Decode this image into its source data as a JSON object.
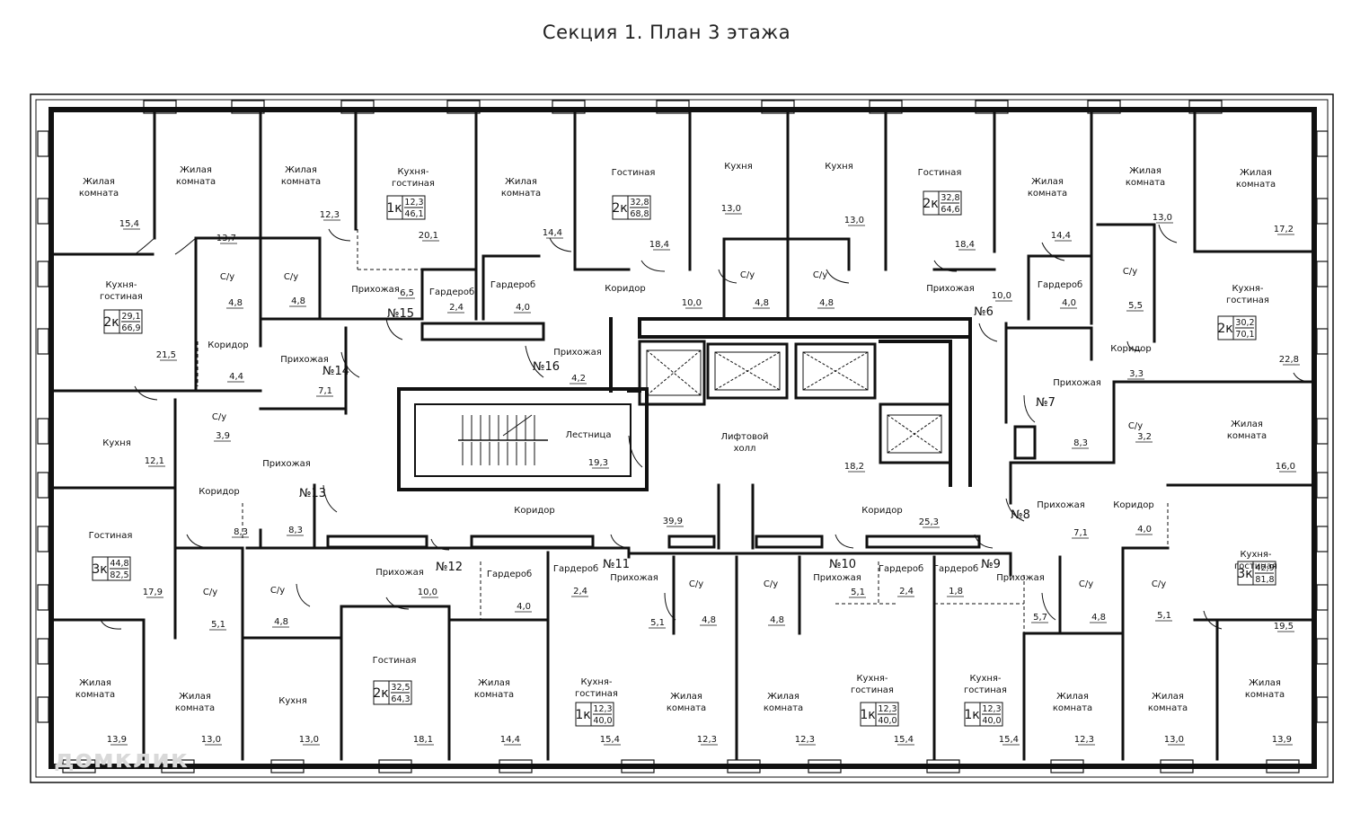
{
  "title": "Секция 1. План 3 этажа",
  "watermark": "домклик",
  "colors": {
    "wall": "#111111",
    "line": "#111111",
    "background": "#ffffff",
    "watermark": "#d9d9d9"
  },
  "apartments": [
    {
      "id": "a15",
      "number": "№15",
      "type": "1к",
      "living": "12,3",
      "total": "46,1"
    },
    {
      "id": "a16",
      "number": "№16"
    },
    {
      "id": "a14",
      "number": "№14"
    },
    {
      "id": "a14b",
      "type": "2к",
      "living": "29,1",
      "total": "66,9"
    },
    {
      "id": "a13",
      "number": "№13"
    },
    {
      "id": "a13b",
      "type": "3к",
      "living": "44,8",
      "total": "82,5"
    },
    {
      "id": "a12",
      "number": "№12",
      "type": "2к",
      "living": "32,5",
      "total": "64,3"
    },
    {
      "id": "a11",
      "number": "№11",
      "type": "1к",
      "living": "12,3",
      "total": "40,0"
    },
    {
      "id": "a10",
      "number": "№10",
      "type": "1к",
      "living": "12,3",
      "total": "40,0"
    },
    {
      "id": "a9",
      "number": "№9",
      "type": "1к",
      "living": "12,3",
      "total": "40,0"
    },
    {
      "id": "a8",
      "number": "№8",
      "type": "3к",
      "living": "42,9",
      "total": "81,8"
    },
    {
      "id": "a7",
      "number": "№7",
      "type": "2к",
      "living": "30,2",
      "total": "70,1"
    },
    {
      "id": "a6",
      "number": "№6",
      "type": "2к",
      "living": "32,8",
      "total": "64,6"
    },
    {
      "id": "a17",
      "type": "2к",
      "living": "32,8",
      "total": "68,8"
    }
  ],
  "rooms": [
    {
      "name": "Жилая комната",
      "area": "15,4"
    },
    {
      "name": "Жилая комната",
      "area": "13,7"
    },
    {
      "name": "Жилая комната",
      "area": "12,3"
    },
    {
      "name": "Кухня-гостиная",
      "area": "20,1"
    },
    {
      "name": "Жилая комната",
      "area": "14,4"
    },
    {
      "name": "Гостиная",
      "area": "18,4"
    },
    {
      "name": "Кухня",
      "area": "13,0"
    },
    {
      "name": "Кухня",
      "area": "13,0"
    },
    {
      "name": "Гостиная",
      "area": "18,4"
    },
    {
      "name": "Жилая комната",
      "area": "14,4"
    },
    {
      "name": "Жилая комната",
      "area": "13,0"
    },
    {
      "name": "Жилая комната",
      "area": "17,2"
    },
    {
      "name": "Кухня-гостиная",
      "area": "21,5"
    },
    {
      "name": "С/у",
      "area": "4,8"
    },
    {
      "name": "С/у",
      "area": "4,8"
    },
    {
      "name": "Прихожая",
      "area": "6,5"
    },
    {
      "name": "Гардероб",
      "area": "2,4"
    },
    {
      "name": "Гардероб",
      "area": "4,0"
    },
    {
      "name": "Коридор",
      "area": "10,0"
    },
    {
      "name": "С/у",
      "area": "4,8"
    },
    {
      "name": "С/у",
      "area": "4,8"
    },
    {
      "name": "Прихожая",
      "area": "10,0"
    },
    {
      "name": "Гардероб",
      "area": "4,0"
    },
    {
      "name": "С/у",
      "area": "5,5"
    },
    {
      "name": "Кухня-гостиная",
      "area": "22,8"
    },
    {
      "name": "Коридор",
      "area": "4,4"
    },
    {
      "name": "Прихожая",
      "area": "7,1"
    },
    {
      "name": "Прихожая",
      "area": "4,2"
    },
    {
      "name": "Коридор",
      "area": "3,3"
    },
    {
      "name": "Прихожая",
      "area": "8,3"
    },
    {
      "name": "С/у",
      "area": "3,9"
    },
    {
      "name": "Кухня",
      "area": "12,1"
    },
    {
      "name": "Лестница",
      "area": "19,3"
    },
    {
      "name": "Лифтовой холл",
      "area": "18,2"
    },
    {
      "name": "С/у",
      "area": "3,2"
    },
    {
      "name": "Жилая комната",
      "area": "16,0"
    },
    {
      "name": "Прихожая",
      "area": "8,3"
    },
    {
      "name": "Коридор",
      "area": "8,3"
    },
    {
      "name": "Коридор",
      "area": "39,9"
    },
    {
      "name": "Коридор",
      "area": "25,3"
    },
    {
      "name": "Прихожая",
      "area": "7,1"
    },
    {
      "name": "Коридор",
      "area": "4,0"
    },
    {
      "name": "Гостиная",
      "area": "17,9"
    },
    {
      "name": "Кухня-гостиная",
      "area": "19,5"
    },
    {
      "name": "С/у",
      "area": "5,1"
    },
    {
      "name": "С/у",
      "area": "4,8"
    },
    {
      "name": "Прихожая",
      "area": "10,0"
    },
    {
      "name": "Гардероб",
      "area": "4,0"
    },
    {
      "name": "Гардероб",
      "area": "2,4"
    },
    {
      "name": "Прихожая",
      "area": "5,1"
    },
    {
      "name": "С/у",
      "area": "4,8"
    },
    {
      "name": "С/у",
      "area": "4,8"
    },
    {
      "name": "Прихожая",
      "area": "5,1"
    },
    {
      "name": "Гардероб",
      "area": "2,4"
    },
    {
      "name": "Гардероб",
      "area": "1,8"
    },
    {
      "name": "Прихожая",
      "area": "5,7"
    },
    {
      "name": "С/у",
      "area": "4,8"
    },
    {
      "name": "С/у",
      "area": "5,1"
    },
    {
      "name": "Жилая комната",
      "area": "13,9"
    },
    {
      "name": "Жилая комната",
      "area": "13,0"
    },
    {
      "name": "Кухня",
      "area": "13,0"
    },
    {
      "name": "Гостиная",
      "area": "18,1"
    },
    {
      "name": "Жилая комната",
      "area": "14,4"
    },
    {
      "name": "Кухня-гостиная",
      "area": "15,4"
    },
    {
      "name": "Жилая комната",
      "area": "12,3"
    },
    {
      "name": "Жилая комната",
      "area": "12,3"
    },
    {
      "name": "Кухня-гостиная",
      "area": "15,4"
    },
    {
      "name": "Кухня-гостиная",
      "area": "15,4"
    },
    {
      "name": "Жилая комната",
      "area": "12,3"
    },
    {
      "name": "Жилая комната",
      "area": "13,0"
    },
    {
      "name": "Жилая комната",
      "area": "13,9"
    }
  ]
}
